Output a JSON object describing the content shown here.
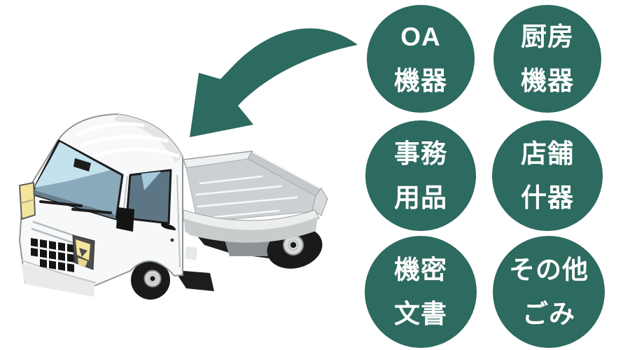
{
  "illustration": {
    "subject": "white kei truck with open flat bed, front-left three-quarter view",
    "arrow": "curved swoosh arrow pointing from category circles to truck bed"
  },
  "colors": {
    "accent_teal": "#2d6a5f",
    "circle_text": "#ffffff",
    "truck_body": "#f7f8f9",
    "glass_blue": "#8aa9ba",
    "headlight_yellow": "#f3e59c"
  },
  "categories": [
    {
      "id": "oa-kiki",
      "label": "OA機器",
      "line1": "OA",
      "line2": "機器"
    },
    {
      "id": "chubo-kiki",
      "label": "厨房機器",
      "line1": "厨房",
      "line2": "機器"
    },
    {
      "id": "jimu-yohin",
      "label": "事務用品",
      "line1": "事務",
      "line2": "用品"
    },
    {
      "id": "tenpo-juki",
      "label": "店舗什器",
      "line1": "店舗",
      "line2": "什器"
    },
    {
      "id": "kimitsu-bunsho",
      "label": "機密文書",
      "line1": "機密",
      "line2": "文書"
    },
    {
      "id": "sonota-gomi",
      "label": "その他ごみ",
      "line1": "その他",
      "line2": "ごみ"
    }
  ]
}
